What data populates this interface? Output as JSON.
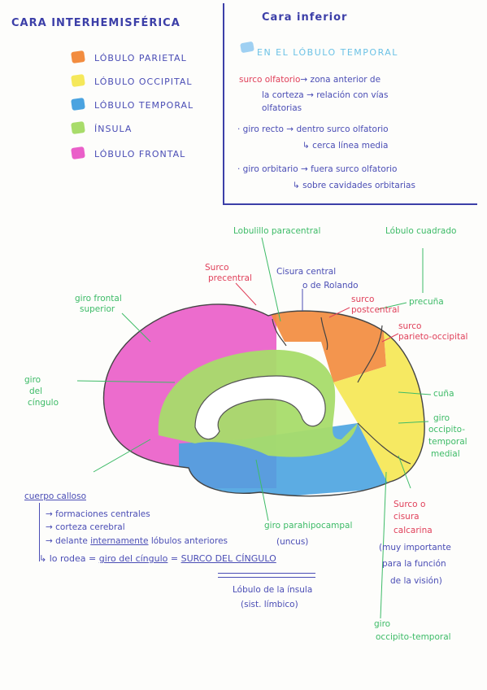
{
  "left_panel": {
    "title": "CARA INTERHEMISFÉRICA",
    "legend": [
      {
        "label": "LÓBULO PARIETAL",
        "color": "#f28c3f"
      },
      {
        "label": "LÓBULO OCCIPITAL",
        "color": "#f5e85a"
      },
      {
        "label": "LÓBULO TEMPORAL",
        "color": "#4aa3e0"
      },
      {
        "label": "ÍNSULA",
        "color": "#a8dc6a"
      },
      {
        "label": "LÓBULO FRONTAL",
        "color": "#ea5fc9"
      }
    ]
  },
  "right_panel": {
    "title": "Cara inferior",
    "header": "EN EL LÓBULO TEMPORAL",
    "n1_term": "surco olfatorio",
    "n1_text_a": "→ zona anterior de",
    "n1_text_b": "la corteza → relación con vías",
    "n1_text_c": "olfatorias",
    "n2_a": "· giro recto → dentro surco olfatorio",
    "n2_b": "↳ cerca línea media",
    "n3_a": "· giro orbitario → fuera surco olfatorio",
    "n3_b": "↳ sobre cavidades orbitarias"
  },
  "labels": {
    "paracentral": "Lobulillo paracentral",
    "cuadrado": "Lóbulo cuadrado",
    "surco_precentral": [
      "Surco",
      "precentral"
    ],
    "cisura_central": [
      "Cisura central",
      "o de Rolando"
    ],
    "surco_postcentral": [
      "surco",
      "postcentral"
    ],
    "precuna": "precuña",
    "surco_parieto": [
      "surco",
      "parieto-occipital"
    ],
    "giro_frontal": [
      "giro frontal",
      "superior"
    ],
    "giro_cingulo": [
      "giro",
      "del",
      "cíngulo"
    ],
    "cuna": "cuña",
    "giro_occipito_medial": [
      "giro",
      "occipito-",
      "temporal",
      "medial"
    ],
    "cisura_calcarina": [
      "Surco o",
      "cisura",
      "calcarina"
    ],
    "muy_importante": [
      "(muy importante",
      "para la función",
      "de la visión)"
    ],
    "giro_parahip": "giro parahipocampal",
    "uncus": "(uncus)",
    "giro_occipito": [
      "giro",
      "occipito-temporal"
    ]
  },
  "notes": {
    "cuerpo_calloso": "cuerpo calloso",
    "formaciones": "formaciones centrales",
    "corteza": "corteza cerebral",
    "delante_a": "delante",
    "delante_b": "internamente",
    "delante_c": "lóbulos anteriores",
    "rodea_a": "↳ lo rodea = ",
    "rodea_b": "giro del cíngulo",
    "rodea_c": " = ",
    "rodea_d": "SURCO DEL CÍNGULO",
    "lobulo_insula": "Lóbulo de la ínsula",
    "sist_limbico": "(sist. límbico)"
  }
}
